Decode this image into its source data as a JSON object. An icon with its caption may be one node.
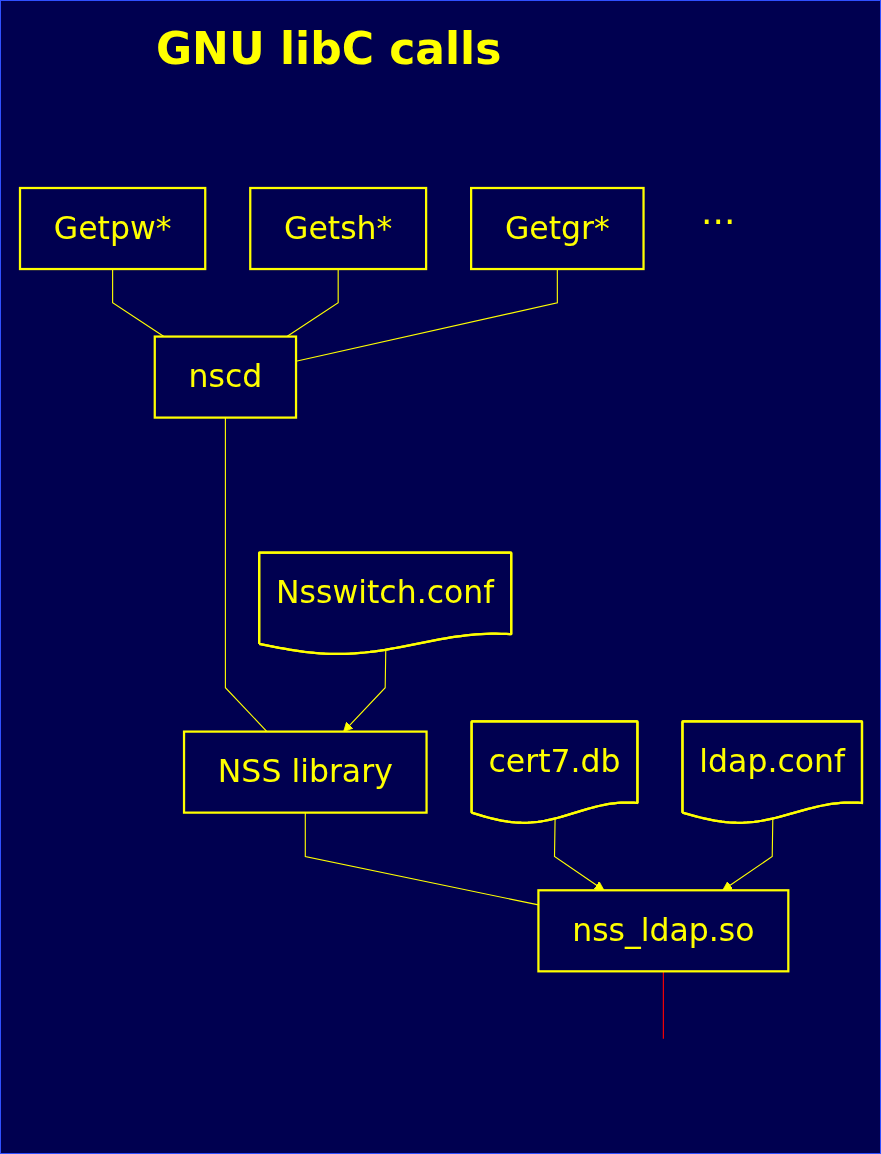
{
  "diagram": {
    "title": "GNU libC calls",
    "nodes": [
      {
        "text": [
          "Getpw*"
        ]
      },
      {
        "text": [
          "Getsh*"
        ]
      },
      {
        "text": [
          "Getgr*"
        ]
      },
      {
        "text": [
          "nscd"
        ]
      },
      {
        "text": [
          "NSS library"
        ]
      },
      {
        "text": [
          "Nsswitch.conf"
        ]
      },
      {
        "text": [
          "nss_ldap.so"
        ]
      },
      {
        "text": [
          "cert7.db"
        ]
      },
      {
        "text": [
          "ldap.conf"
        ]
      }
    ],
    "edges": [
      {
        "from": 0,
        "to": 3,
        "arrow": "none"
      },
      {
        "from": 1,
        "to": 3,
        "arrow": "none"
      },
      {
        "from": 2,
        "to": 3,
        "arrow": "none"
      },
      {
        "from": 3,
        "to": 4,
        "arrow": "none"
      },
      {
        "from": 5,
        "to": 4,
        "arrow": "to"
      },
      {
        "from": 4,
        "to": 6,
        "arrow": "none"
      },
      {
        "from": 7,
        "to": 6,
        "arrow": "to"
      },
      {
        "from": 8,
        "to": 6,
        "arrow": "to"
      },
      {
        "from": 6,
        "to": null,
        "arrow": "none",
        "color": "#ff0000"
      }
    ],
    "labels": [
      "..."
    ]
  }
}
